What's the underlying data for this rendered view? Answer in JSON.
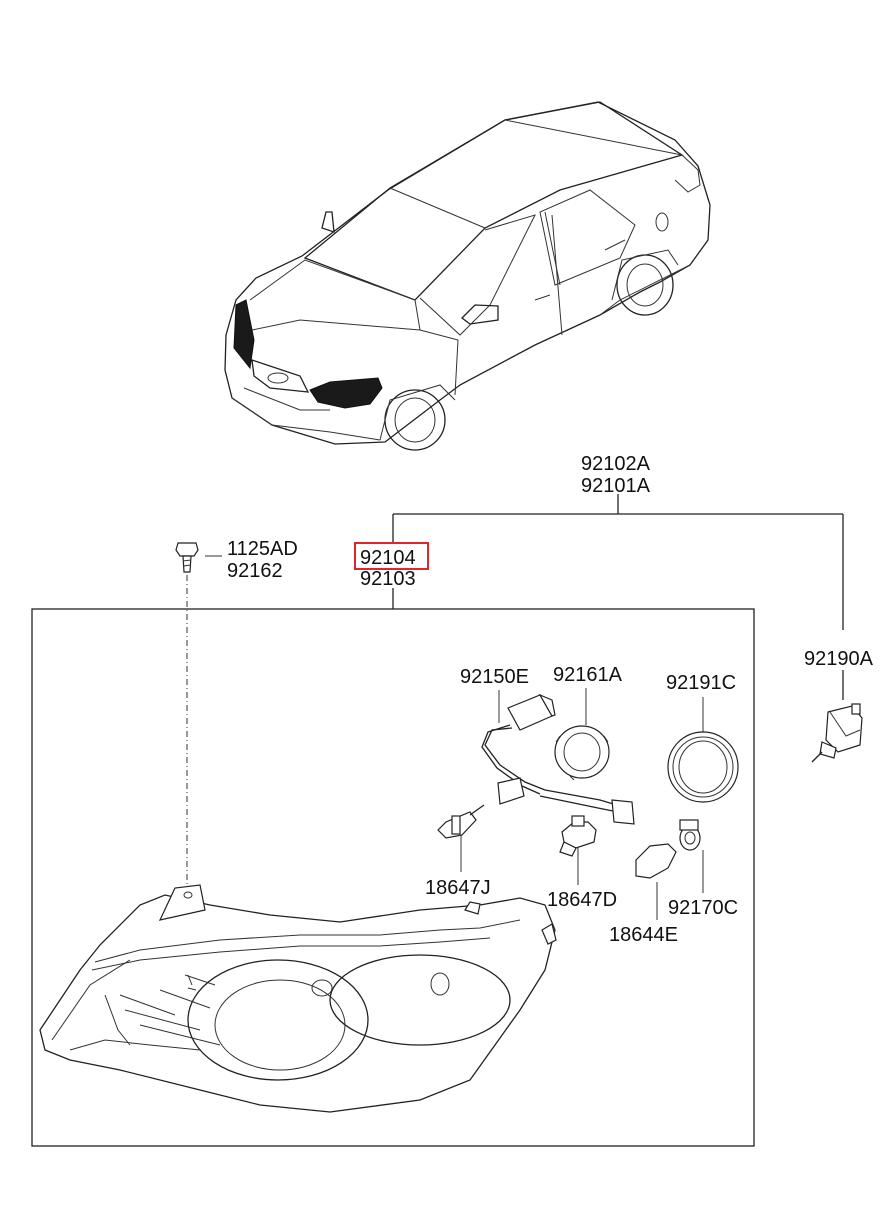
{
  "labels": {
    "top_assembly": [
      "92102A",
      "92101A"
    ],
    "bolt": [
      "1125AD",
      "92162"
    ],
    "headlamp": [
      "92104",
      "92103"
    ],
    "actuator": "92190A",
    "wiring": "92150E",
    "cap_low": "92161A",
    "cap_high": "92191C",
    "bulb_j": "18647J",
    "bulb_d": "18647D",
    "bulb_e": "18644E",
    "socket": "92170C"
  },
  "highlight": {
    "part": "92104",
    "color": "#e0262b"
  }
}
